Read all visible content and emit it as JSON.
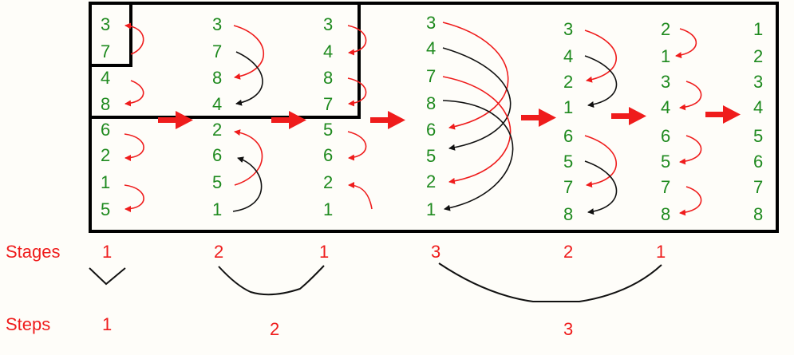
{
  "columns": [
    [
      "3",
      "7",
      "4",
      "8",
      "6",
      "2",
      "1",
      "5"
    ],
    [
      "3",
      "7",
      "8",
      "4",
      "2",
      "6",
      "5",
      "1"
    ],
    [
      "3",
      "4",
      "8",
      "7",
      "5",
      "6",
      "2",
      "1"
    ],
    [
      "3",
      "4",
      "7",
      "8",
      "6",
      "5",
      "2",
      "1"
    ],
    [
      "3",
      "4",
      "2",
      "1",
      "6",
      "5",
      "7",
      "8"
    ],
    [
      "2",
      "1",
      "3",
      "4",
      "6",
      "5",
      "7",
      "8"
    ],
    [
      "1",
      "2",
      "3",
      "4",
      "5",
      "6",
      "7",
      "8"
    ]
  ],
  "stages_label": "Stages",
  "steps_label": "Steps",
  "stage_values": [
    "1",
    "2",
    "1",
    "3",
    "2",
    "1"
  ],
  "step_values": [
    "1",
    "2",
    "3"
  ],
  "colors": {
    "number": "#1f8a1f",
    "label": "#ef1c1c",
    "arrow_red": "#ef1c1c",
    "arrow_black": "#111111"
  }
}
